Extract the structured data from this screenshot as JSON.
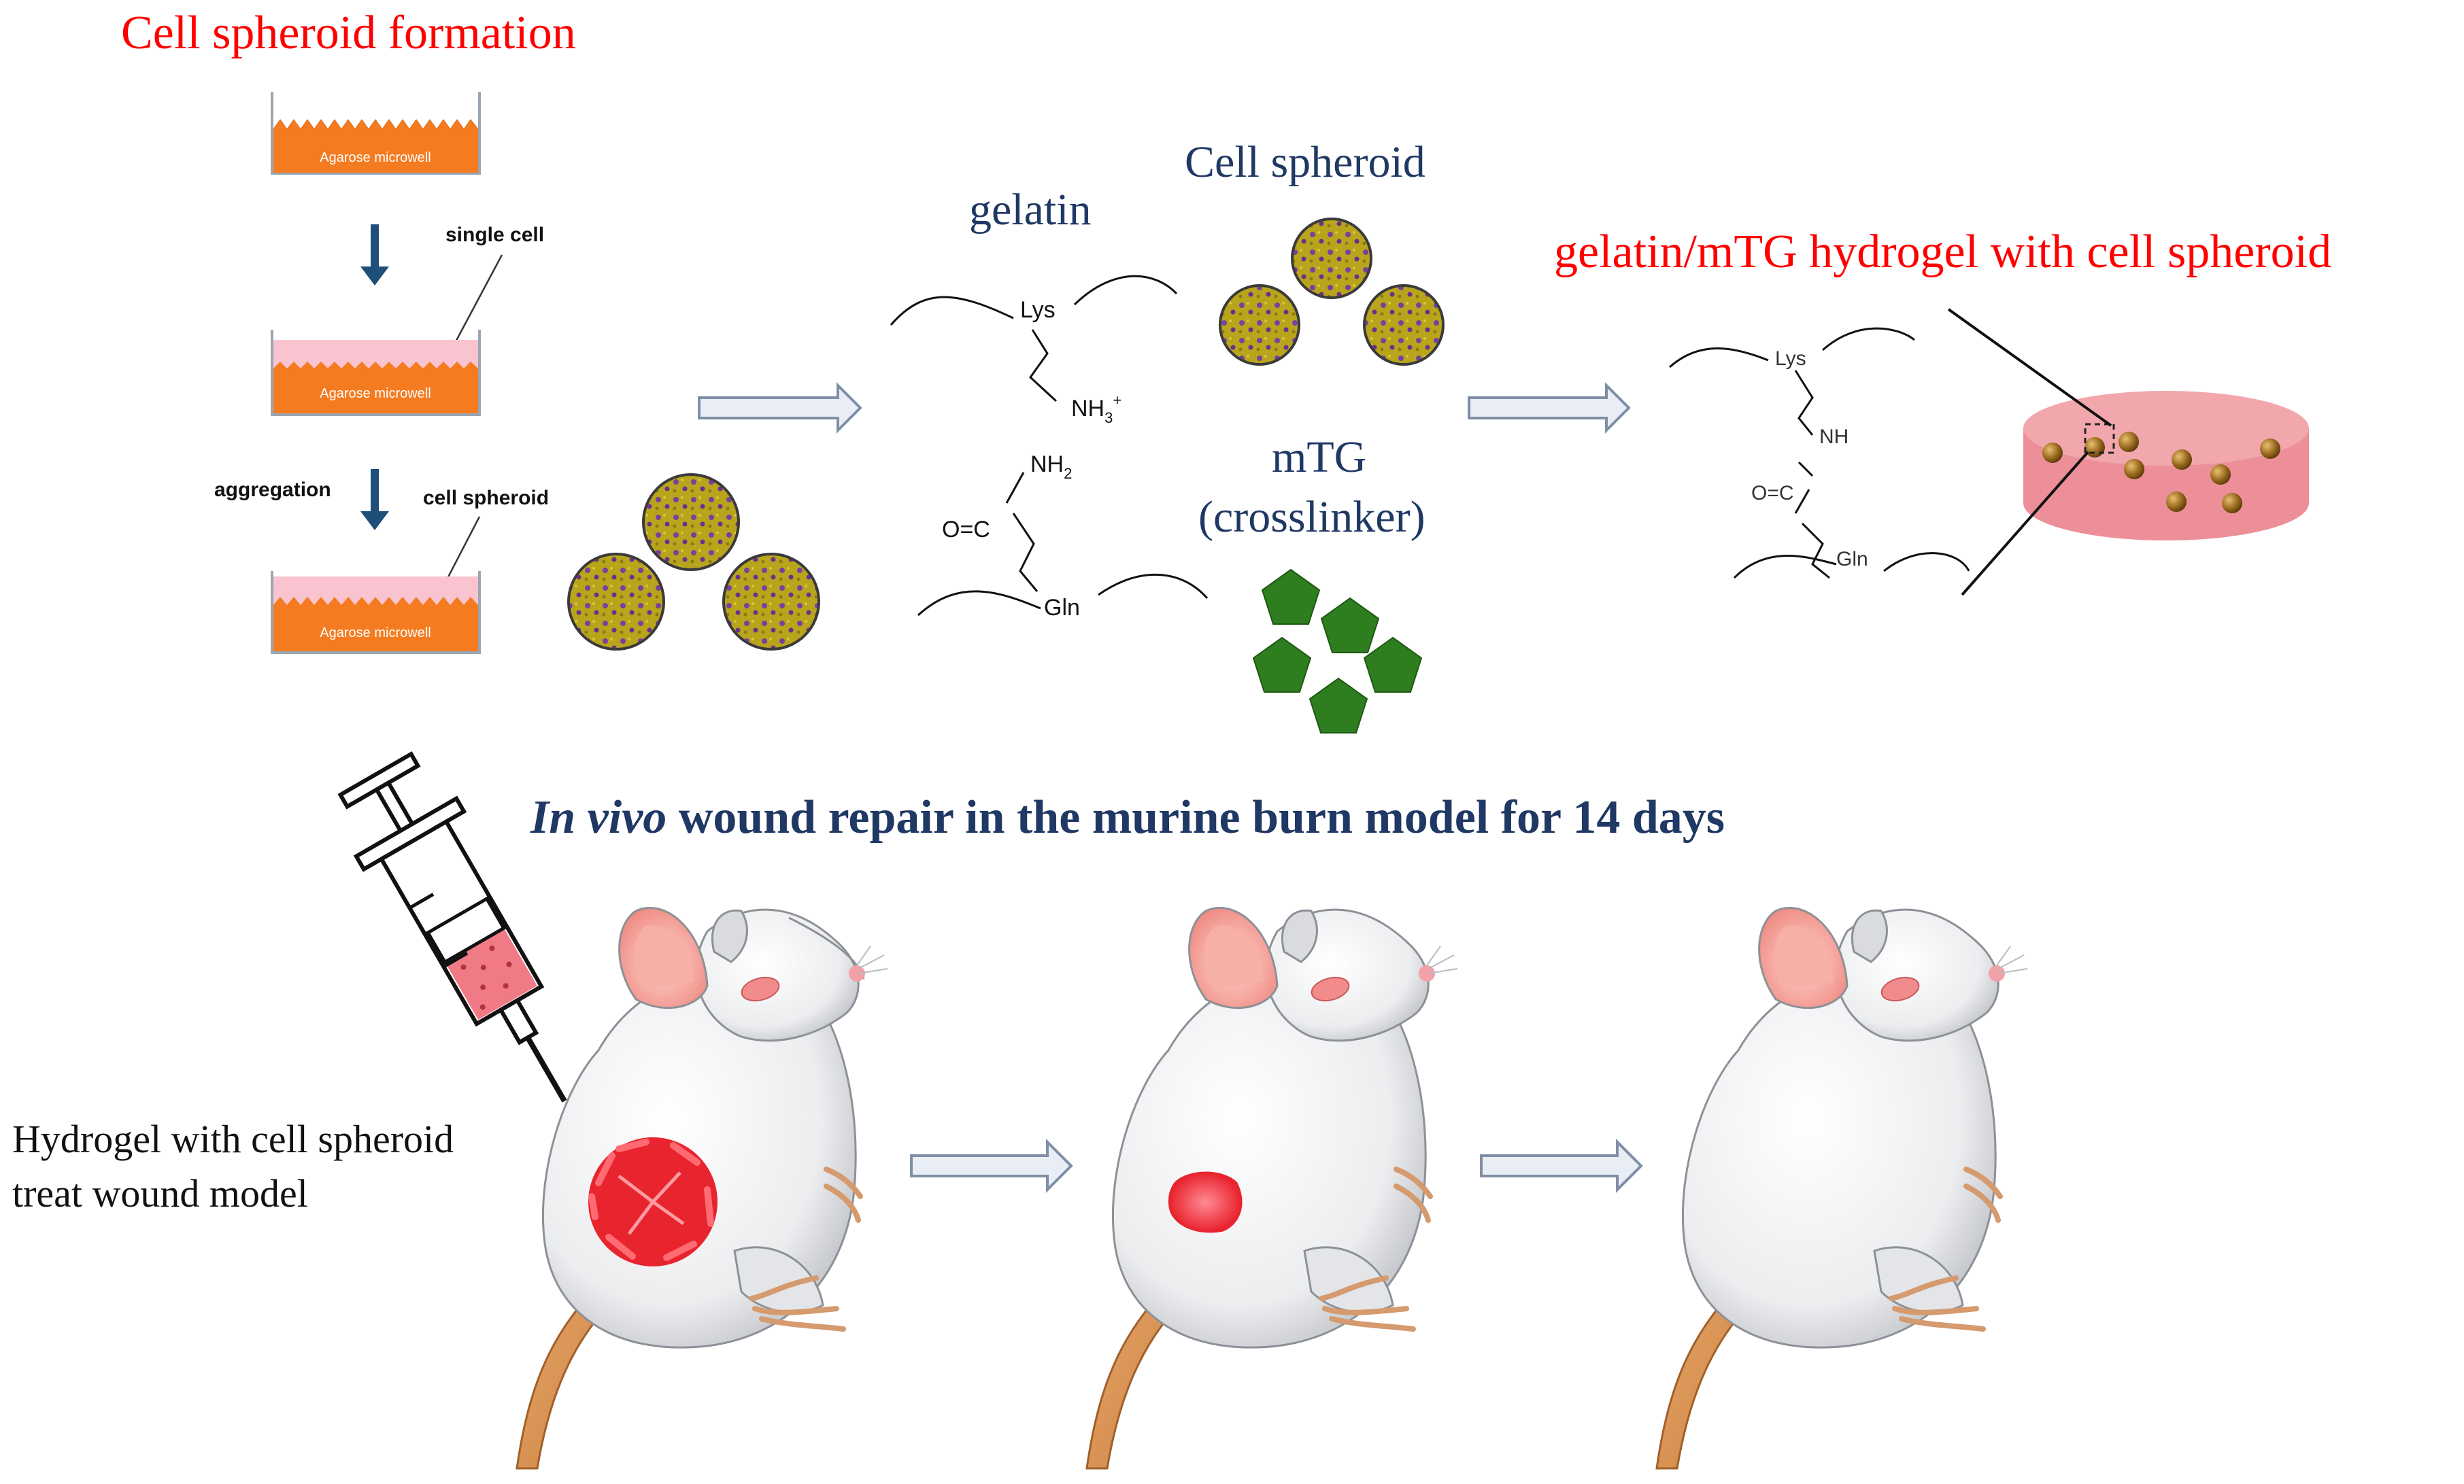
{
  "top": {
    "formation_title": "Cell spheroid formation",
    "microwell_label": "Agarose microwell",
    "single_cell_label": "single cell",
    "aggregation_label": "aggregation",
    "cell_spheroid_label": "cell spheroid"
  },
  "middle": {
    "gelatin_label": "gelatin",
    "spheroid_title": "Cell spheroid",
    "mtg_title": "mTG",
    "crosslinker_label": "(crosslinker)",
    "lys_label": "Lys",
    "nh3_label": "NH",
    "nh3_sub": "3",
    "nh3_sup": "+",
    "nh2_label": "NH",
    "nh2_sub": "2",
    "o_c_label": "O=C",
    "gln_label": "Gln"
  },
  "right": {
    "hydrogel_title": "gelatin/mTG hydrogel with cell spheroid",
    "lys_label": "Lys",
    "nh_label": "NH",
    "o_c_label": "O=C",
    "gln_label": "Gln"
  },
  "bottom": {
    "invivo_italic": "In vivo",
    "invivo_rest": " wound repair in the murine burn model for 14 days",
    "treat_line1": "Hydrogel with cell spheroid",
    "treat_line2": "treat wound model"
  },
  "colors": {
    "red_title": "#ff0000",
    "navy_title": "#1f3864",
    "agarose": "#f47b20",
    "media_pink": "#f9c3cf",
    "spheroid": "#b8a51b",
    "crosslinker": "#2e7d1f",
    "hydrogel": "#f2a7ad",
    "wound": "#e8242e",
    "arrow_fill": "#e9eef6",
    "arrow_stroke": "#7f8fa6"
  }
}
